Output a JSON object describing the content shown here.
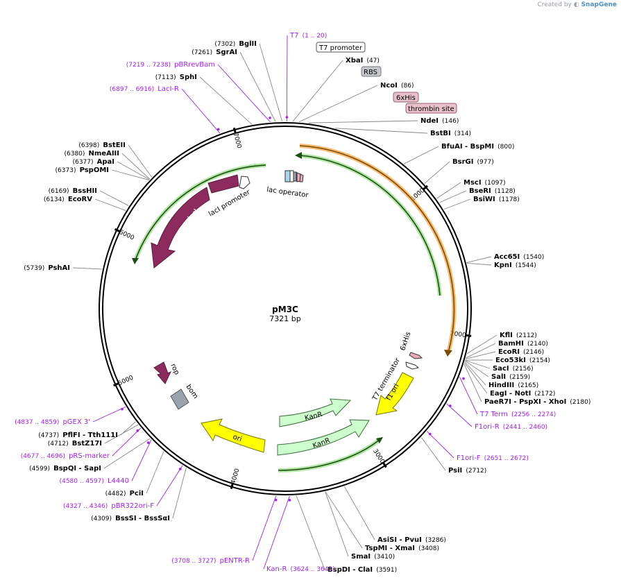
{
  "credit": {
    "prefix": "Created by",
    "brand": "SnapGene"
  },
  "plasmid": {
    "name": "pM3C",
    "size_label": "7321 bp",
    "length": 7321
  },
  "colors": {
    "primer": "#a020f0",
    "lacI": "#8e2b5e",
    "ori": "#ffff00",
    "kanr": "#ccffcc",
    "orf_orange": "#f4a442",
    "orf_green": "#3a9a2e",
    "f1ori": "#ffff00",
    "bom": "#9aa3ad"
  },
  "ticks": [
    {
      "pos": 1000,
      "label": "1000"
    },
    {
      "pos": 2000,
      "label": "2000"
    },
    {
      "pos": 3000,
      "label": "3000"
    },
    {
      "pos": 4000,
      "label": "4000"
    },
    {
      "pos": 5000,
      "label": "5000"
    },
    {
      "pos": 6000,
      "label": "6000"
    },
    {
      "pos": 7000,
      "label": "7000"
    }
  ],
  "enzymes_right": [
    {
      "name": "XbaI",
      "pos": "(47)",
      "site": 47
    },
    {
      "name": "NcoI",
      "pos": "(86)",
      "site": 86
    },
    {
      "name": "NdeI",
      "pos": "(146)",
      "site": 146
    },
    {
      "name": "BstBI",
      "pos": "(314)",
      "site": 314
    },
    {
      "name": "BfuAI - BspMI",
      "pos": "(800)",
      "site": 800
    },
    {
      "name": "BsrGI",
      "pos": "(977)",
      "site": 977
    },
    {
      "name": "MscI",
      "pos": "(1097)",
      "site": 1097
    },
    {
      "name": "BseRI",
      "pos": "(1128)",
      "site": 1128
    },
    {
      "name": "BsiWI",
      "pos": "(1178)",
      "site": 1178
    },
    {
      "name": "Acc65I",
      "pos": "(1540)",
      "site": 1540
    },
    {
      "name": "KpnI",
      "pos": "(1544)",
      "site": 1544
    },
    {
      "name": "KflI",
      "pos": "(2112)",
      "site": 2112
    },
    {
      "name": "BamHI",
      "pos": "(2140)",
      "site": 2140
    },
    {
      "name": "EcoRI",
      "pos": "(2146)",
      "site": 2146
    },
    {
      "name": "Eco53kI",
      "pos": "(2154)",
      "site": 2154
    },
    {
      "name": "SacI",
      "pos": "(2156)",
      "site": 2156
    },
    {
      "name": "SalI",
      "pos": "(2159)",
      "site": 2159
    },
    {
      "name": "HindIII",
      "pos": "(2165)",
      "site": 2165
    },
    {
      "name": "EagI - NotI",
      "pos": "(2172)",
      "site": 2172
    },
    {
      "name": "PaeR7I - PspXI - XhoI",
      "pos": "(2180)",
      "site": 2180
    },
    {
      "name": "PsiI",
      "pos": "(2712)",
      "site": 2712
    }
  ],
  "enzymes_bottom": [
    {
      "name": "AsiSI - PvuI",
      "pos": "(3286)",
      "site": 3286
    },
    {
      "name": "TspMI - XmaI",
      "pos": "(3408)",
      "site": 3408
    },
    {
      "name": "SmaI",
      "pos": "(3410)",
      "site": 3410
    },
    {
      "name": "BspDI - ClaI",
      "pos": "(3591)",
      "site": 3591
    }
  ],
  "enzymes_left": [
    {
      "name": "BglII",
      "pos": "(7302)",
      "site": 7302
    },
    {
      "name": "SgrAI",
      "pos": "(7261)",
      "site": 7261
    },
    {
      "name": "SphI",
      "pos": "(7113)",
      "site": 7113
    },
    {
      "name": "BstEII",
      "pos": "(6398)",
      "site": 6398
    },
    {
      "name": "NmeAIII",
      "pos": "(6380)",
      "site": 6380
    },
    {
      "name": "ApaI",
      "pos": "(6377)",
      "site": 6377
    },
    {
      "name": "PspOMI",
      "pos": "(6373)",
      "site": 6373
    },
    {
      "name": "BssHII",
      "pos": "(6169)",
      "site": 6169
    },
    {
      "name": "EcoRV",
      "pos": "(6134)",
      "site": 6134
    },
    {
      "name": "PshAI",
      "pos": "(5739)",
      "site": 5739
    },
    {
      "name": "PflFI - Tth111I",
      "pos": "(4737)",
      "site": 4737
    },
    {
      "name": "BstZ17I",
      "pos": "(4712)",
      "site": 4712
    },
    {
      "name": "BspQI - SapI",
      "pos": "(4599)",
      "site": 4599
    },
    {
      "name": "PciI",
      "pos": "(4482)",
      "site": 4482
    },
    {
      "name": "BssSI - BssSαI",
      "pos": "(4309)",
      "site": 4309
    }
  ],
  "primers": [
    {
      "name": "T7",
      "pos": "(1 .. 20)",
      "site": 10
    },
    {
      "name": "pBRrevBam",
      "pos": "(7219 .. 7238)",
      "site": 7228
    },
    {
      "name": "LacI-R",
      "pos": "(6897 .. 6916)",
      "site": 6906
    },
    {
      "name": "T7 Term",
      "pos": "(2256 .. 2274)",
      "site": 2265
    },
    {
      "name": "F1ori-R",
      "pos": "(2441 .. 2460)",
      "site": 2450
    },
    {
      "name": "F1ori-F",
      "pos": "(2651 .. 2672)",
      "site": 2661
    },
    {
      "name": "pENTR-R",
      "pos": "(3708 .. 3727)",
      "site": 3717
    },
    {
      "name": "Kan-R",
      "pos": "(3624 .. 3643)",
      "site": 3633
    },
    {
      "name": "pGEX 3'",
      "pos": "(4837 .. 4859)",
      "site": 4848
    },
    {
      "name": "pRS-marker",
      "pos": "(4677 .. 4696)",
      "site": 4686
    },
    {
      "name": "L4440",
      "pos": "(4580 .. 4597)",
      "site": 4588
    },
    {
      "name": "pBR322ori-F",
      "pos": "(4327 .. 4346)",
      "site": 4336
    }
  ],
  "boxed_features": [
    {
      "name": "T7 promoter",
      "style": "white"
    },
    {
      "name": "RBS",
      "style": "gray"
    },
    {
      "name": "6xHis",
      "style": "pink"
    },
    {
      "name": "thrombin site",
      "style": "pink"
    }
  ],
  "features": [
    {
      "name": "lacI",
      "kind": "arrow"
    },
    {
      "name": "lacI promoter",
      "kind": "label"
    },
    {
      "name": "lac operator",
      "kind": "label"
    },
    {
      "name": "rop",
      "kind": "label"
    },
    {
      "name": "bom",
      "kind": "label"
    },
    {
      "name": "ori",
      "kind": "arrow"
    },
    {
      "name": "KanR",
      "kind": "arrow"
    },
    {
      "name": "f1 ori",
      "kind": "arrow"
    },
    {
      "name": "T7 terminator",
      "kind": "label"
    },
    {
      "name": "6xHis",
      "kind": "label"
    }
  ]
}
